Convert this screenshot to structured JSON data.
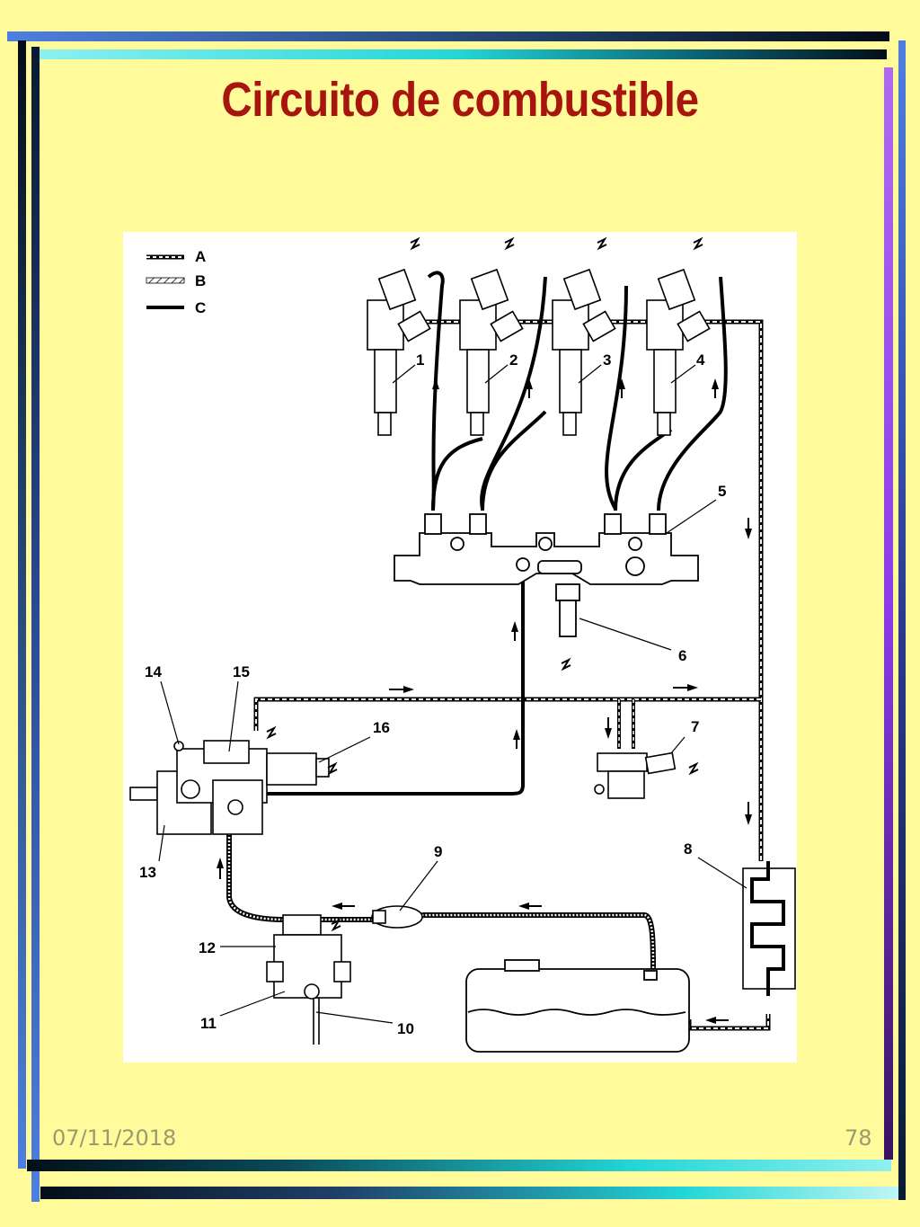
{
  "slide": {
    "title": "Circuito de combustible",
    "date": "07/11/2018",
    "page_number": "78"
  },
  "colors": {
    "background": "#fffb9a",
    "title": "#a8140e",
    "frame_dark": "#0a1a30",
    "frame_cyan": "#22d6d6",
    "frame_blue": "#4e7fe0",
    "frame_purple": "#8a3ae8"
  },
  "legend": [
    {
      "key": "A",
      "style": "dashed"
    },
    {
      "key": "B",
      "style": "hatched"
    },
    {
      "key": "C",
      "style": "solid"
    }
  ],
  "callouts": [
    "1",
    "2",
    "3",
    "4",
    "5",
    "6",
    "7",
    "8",
    "9",
    "10",
    "11",
    "12",
    "13",
    "14",
    "15",
    "16"
  ]
}
